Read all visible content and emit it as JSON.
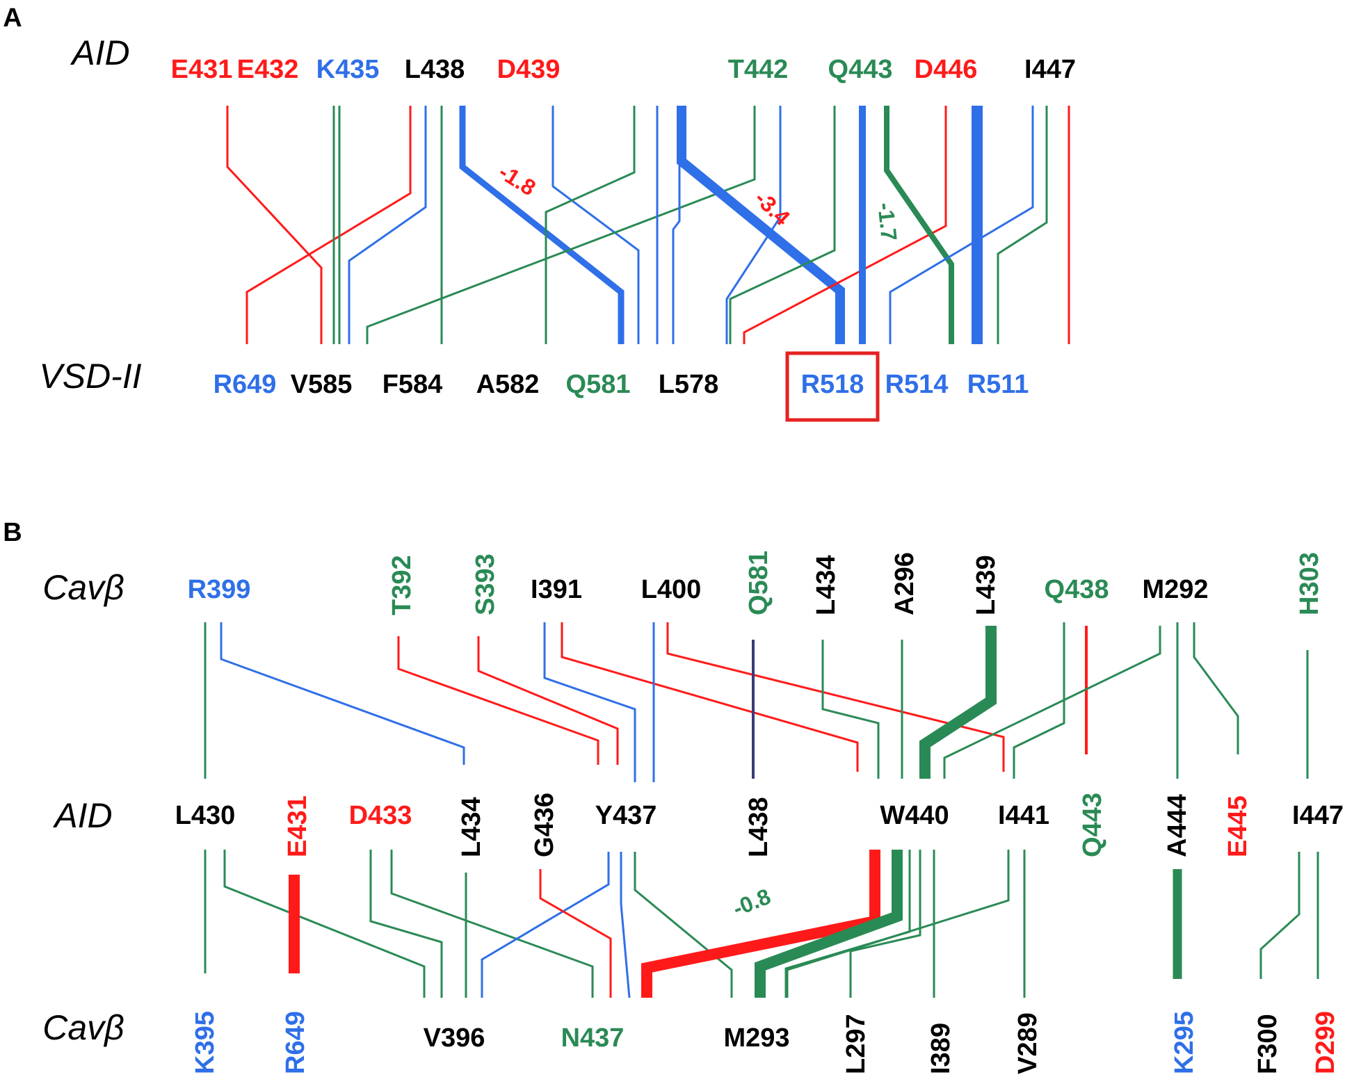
{
  "colors": {
    "acidic": "#ff1a1a",
    "basic": "#2f6fe8",
    "polar": "#2a8a55",
    "hydrophobic": "#000000",
    "highlight_box": "#e52222"
  },
  "panelA": {
    "panel_label": "A",
    "top_row_label": "AID",
    "bottom_row_label": "VSD-II",
    "top_residues": [
      {
        "text": "E431",
        "color": "acidic"
      },
      {
        "text": "E432",
        "color": "acidic"
      },
      {
        "text": "K435",
        "color": "basic"
      },
      {
        "text": "L438",
        "color": "hydrophobic"
      },
      {
        "text": "D439",
        "color": "acidic"
      },
      {
        "text": "T442",
        "color": "polar"
      },
      {
        "text": "Q443",
        "color": "polar"
      },
      {
        "text": "D446",
        "color": "acidic"
      },
      {
        "text": "I447",
        "color": "hydrophobic"
      }
    ],
    "bottom_residues": [
      {
        "text": "R649",
        "color": "basic"
      },
      {
        "text": "V585",
        "color": "hydrophobic"
      },
      {
        "text": "F584",
        "color": "hydrophobic"
      },
      {
        "text": "A582",
        "color": "hydrophobic"
      },
      {
        "text": "Q581",
        "color": "polar"
      },
      {
        "text": "L578",
        "color": "hydrophobic"
      },
      {
        "text": "R518",
        "color": "basic",
        "boxed": true
      },
      {
        "text": "R514",
        "color": "basic"
      },
      {
        "text": "R511",
        "color": "basic"
      }
    ],
    "annotations": [
      {
        "text": "-1.8",
        "color": "acidic"
      },
      {
        "text": "-3.4",
        "color": "acidic"
      },
      {
        "text": "-1.7",
        "color": "polar"
      }
    ]
  },
  "panelB": {
    "panel_label": "B",
    "top_row_label": "Cavβ",
    "mid_row_label": "AID",
    "bottom_row_label": "Cavβ",
    "top_residues": [
      {
        "text": "R399",
        "color": "basic"
      },
      {
        "text": "T392",
        "color": "polar"
      },
      {
        "text": "S393",
        "color": "polar"
      },
      {
        "text": "I391",
        "color": "hydrophobic"
      },
      {
        "text": "L400",
        "color": "hydrophobic"
      },
      {
        "text": "Q581",
        "color": "polar"
      },
      {
        "text": "L434",
        "color": "hydrophobic"
      },
      {
        "text": "A296",
        "color": "hydrophobic"
      },
      {
        "text": "L439",
        "color": "hydrophobic"
      },
      {
        "text": "Q438",
        "color": "polar"
      },
      {
        "text": "M292",
        "color": "hydrophobic"
      },
      {
        "text": "H303",
        "color": "polar"
      }
    ],
    "mid_residues": [
      {
        "text": "L430",
        "color": "hydrophobic"
      },
      {
        "text": "E431",
        "color": "acidic"
      },
      {
        "text": "D433",
        "color": "acidic"
      },
      {
        "text": "L434",
        "color": "hydrophobic"
      },
      {
        "text": "G436",
        "color": "hydrophobic"
      },
      {
        "text": "Y437",
        "color": "hydrophobic"
      },
      {
        "text": "L438",
        "color": "hydrophobic"
      },
      {
        "text": "W440",
        "color": "hydrophobic"
      },
      {
        "text": "I441",
        "color": "hydrophobic"
      },
      {
        "text": "Q443",
        "color": "polar"
      },
      {
        "text": "A444",
        "color": "hydrophobic"
      },
      {
        "text": "E445",
        "color": "acidic"
      },
      {
        "text": "I447",
        "color": "hydrophobic"
      }
    ],
    "bottom_residues": [
      {
        "text": "K395",
        "color": "basic"
      },
      {
        "text": "R649",
        "color": "basic"
      },
      {
        "text": "V396",
        "color": "hydrophobic"
      },
      {
        "text": "N437",
        "color": "polar"
      },
      {
        "text": "M293",
        "color": "hydrophobic"
      },
      {
        "text": "L297",
        "color": "hydrophobic"
      },
      {
        "text": "I389",
        "color": "hydrophobic"
      },
      {
        "text": "V289",
        "color": "hydrophobic"
      },
      {
        "text": "K295",
        "color": "basic"
      },
      {
        "text": "F300",
        "color": "hydrophobic"
      },
      {
        "text": "D299",
        "color": "acidic"
      }
    ],
    "annotations": [
      {
        "text": "-0.8",
        "color": "polar"
      }
    ]
  }
}
